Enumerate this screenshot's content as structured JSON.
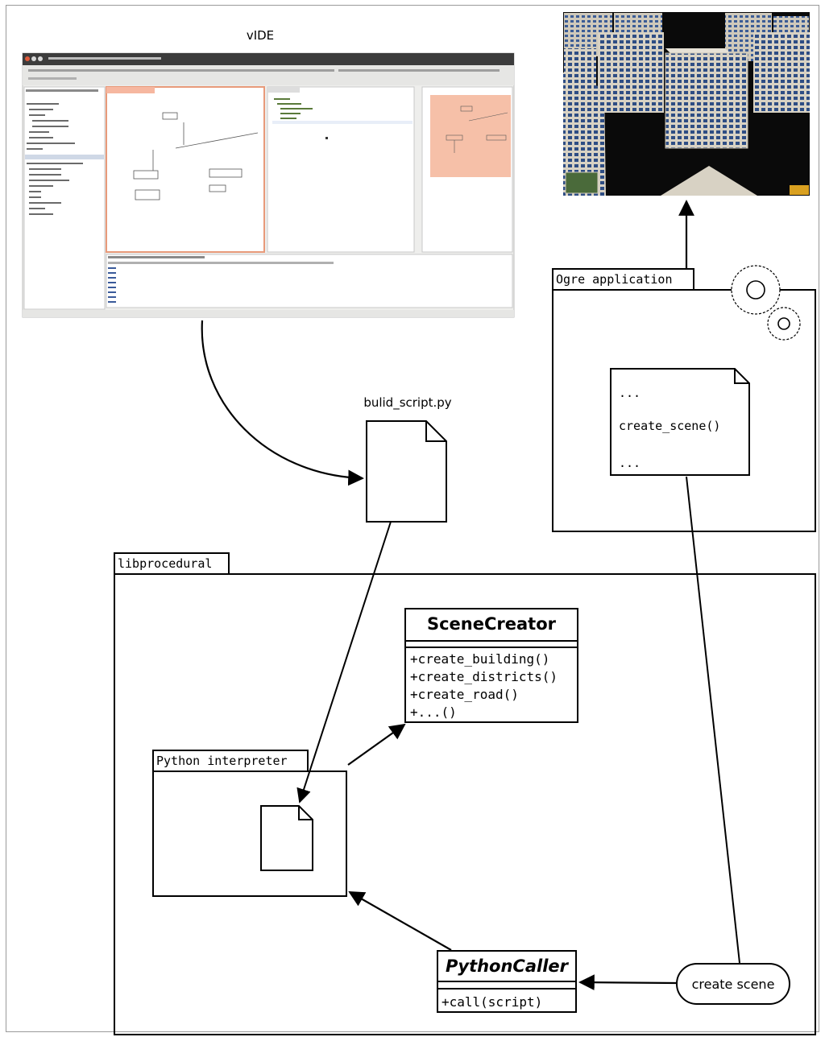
{
  "ide": {
    "title": "vIDE",
    "screenshot_alt": "IDE screenshot"
  },
  "render": {
    "screenshot_alt": "Rendered city scene"
  },
  "script_file": {
    "name": "bulid_script.py"
  },
  "ogre": {
    "label": "Ogre application",
    "code_lines": [
      "...",
      "create_scene()",
      "..."
    ]
  },
  "lib": {
    "label": "libprocedural"
  },
  "scene_creator": {
    "name": "SceneCreator",
    "methods": [
      "+create_building()",
      "+create_districts()",
      "+create_road()",
      "+...()"
    ]
  },
  "interpreter": {
    "label": "Python interpreter"
  },
  "python_caller": {
    "name": "PythonCaller",
    "methods": [
      "+call(script)"
    ]
  },
  "create_scene": {
    "label": "create scene"
  },
  "colors": {
    "line": "#000000",
    "ide_panel_accent": "#f6b7a0",
    "ide_toolbar": "#3c3c3c",
    "render_sky": "#0a0a0a",
    "frame": "#9a9a9a"
  }
}
